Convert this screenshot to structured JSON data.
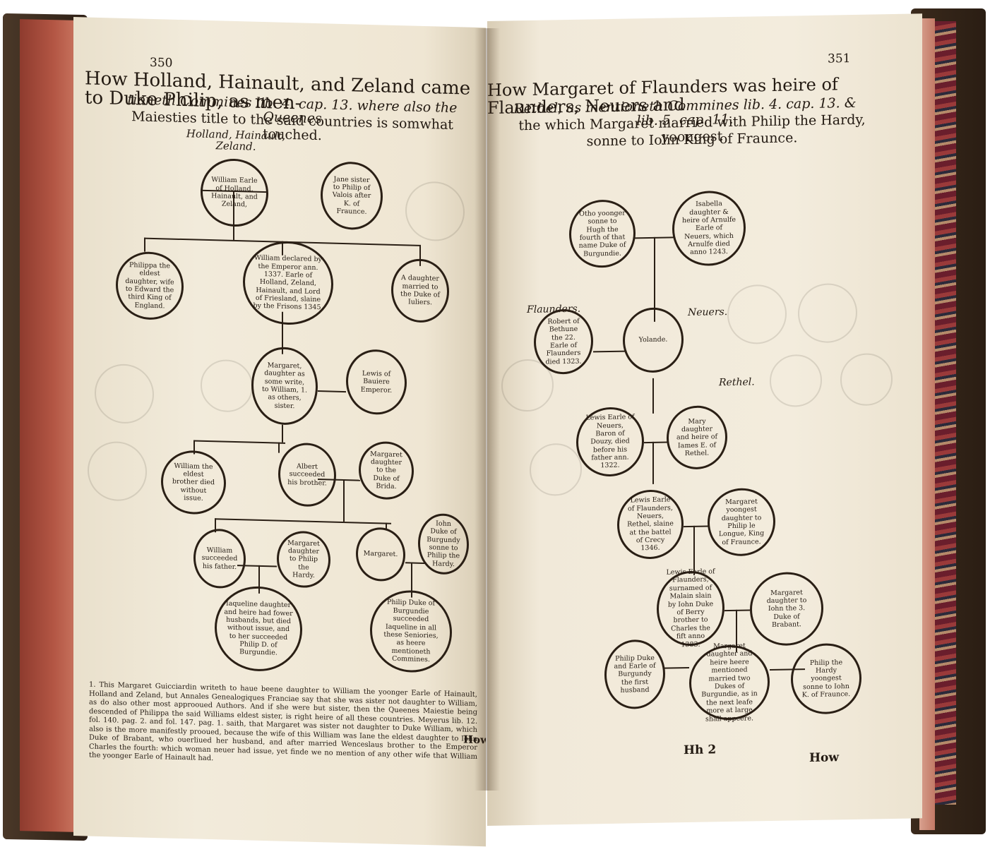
{
  "left_page": {
    "page_number": "350",
    "title_line1": "How Holland, Hainault, and Zeland came to Duke Philip, as men-",
    "title_line2": "tioneth Commines lib. 4. cap. 13. where also the Queenes",
    "title_line3": "Maiesties title to the said countries is somwhat touched.",
    "subtitle": "Holland, Hainault, Zeland.",
    "nodes": {
      "william_earle": "William Earle of Holland, Hainault, and Zeland,",
      "jane": "Jane sister to Philip of Valois after K. of Fraunce.",
      "philippa": "Philippa the eldest daughter, wife to Edward the third King of England.",
      "william_declared": "William declared by the Emperor ann. 1337. Earle of Holland, Zeland, Hainault, and Lord of Friesland, slaine by the Frisons 1345.",
      "daughter_iulers": "A daughter married to the Duke of Iuliers.",
      "margaret": "Margaret, daughter as some write, to William, 1. as others, sister.",
      "lewis_bauiere": "Lewis of Bauiere Emperor.",
      "william_elder": "William the eldest brother died without issue.",
      "albert": "Albert succeeded his brother.",
      "margaret_brida": "Margaret daughter to the Duke of Brida.",
      "william_father": "William succeeded his father.",
      "margaret_philip": "Margaret daughter to Philip the Hardy.",
      "margaret_plain": "Margaret.",
      "john_burgundy": "Iohn Duke of Burgundy sonne to Philip the Hardy.",
      "iaqueline": "Iaqueline daughter and heire had fower husbands, but died without issue, and to her succeeded Philip D. of Burgundie.",
      "philip_burgundie": "Philip Duke of Burgundie succeeded Iaqueline in all these Seniories, as heere mentioneth Commines."
    },
    "footnote": "1. This Margaret Guicciardin writeth to haue beene daughter to William the yoonger Earle of Hainault, Holland and Zeland, but Annales Genealogiques Franciae say that she was sister not daughter to William, as do also other most approoued Authors. And if she were but sister, then the Queenes Maiestie being descended of Philippa the said Williams eldest sister, is right heire of all these countries. Meyerus lib. 12. fol. 140. pag. 2. and fol. 147. pag. 1. saith, that Margaret was sister not daughter to Duke William, which also is the more manifestly prooued, because the wife of this William was Iane the eldest daughter to Iohn Duke of Brabant, who ouerliued her husband, and after married Wenceslaus brother to the Emperor Charles the fourth: which woman neuer had issue, yet finde we no mention of any other wife that William the yoonger Earle of Hainault had.",
    "catchword": "How"
  },
  "right_page": {
    "page_number": "351",
    "title_line1": "How Margaret of Flaunders was heire of Flaunders, Neuers and",
    "title_line2": "Rethel, as mentioneth Commines lib. 4. cap. 13. & lib. 5. cap. 11.",
    "title_line3": "the which Margaret married with Philip the Hardy, yoongest",
    "title_line4": "sonne to Iohn King of Fraunce.",
    "labels": {
      "flaunders": "Flaunders.",
      "neuers": "Neuers.",
      "rethel": "Rethel."
    },
    "nodes": {
      "otho": "Otho yoonger sonne to Hugh the fourth of that name Duke of Burgundie.",
      "isabella": "Isabella daughter & heire of Arnulfe Earle of Neuers, which Arnulfe died anno 1243.",
      "robert": "Robert of Bethune the 22. Earle of Flaunders died 1323.",
      "yolande": "Yolande.",
      "lewis_neuers": "Lewis Earle of Neuers, Baron of Douzy, died before his father ann. 1322.",
      "mary": "Mary daughter and heire of Iames E. of Rethel.",
      "lewis_flaunders": "Lewis Earle of Flaunders, Neuers, Rethel, slaine at the battel of Crecy 1346.",
      "margaret_longue": "Margaret yoongest daughter to Philip le Longue, King of Fraunce.",
      "lewis_flaunders2": "Lewis Earle of Flaunders, surnamed of Malain slain by Iohn Duke of Berry brother to Charles the fift anno 1383.",
      "margaret_brabant": "Margaret daughter to Iohn the 3. Duke of Brabant.",
      "philip_duke": "Philip Duke and Earle of Burgundy the first husband",
      "margaret_heire": "Margaret daughter and heire heere mentioned married two Dukes of Burgundie, as in the next leafe more at large shall appeere.",
      "philip_hardy": "Philip the Hardy yoongest sonne to Iohn K. of Fraunce."
    },
    "signature": "Hh 2",
    "catchword": "How"
  }
}
